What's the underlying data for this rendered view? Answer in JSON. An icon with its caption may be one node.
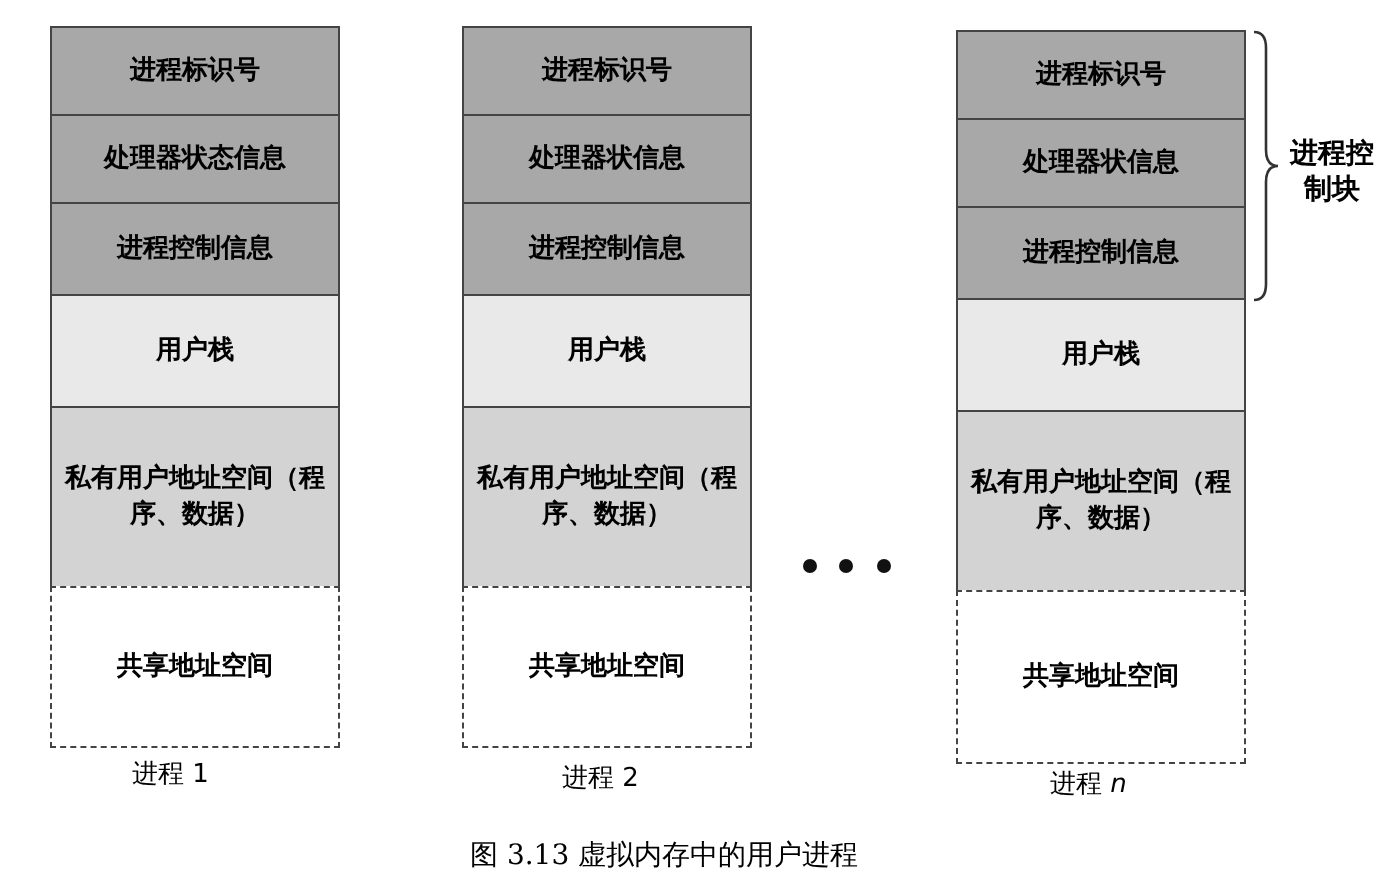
{
  "diagram": {
    "caption": "图 3.13 虚拟内存中的用户进程",
    "nodes": [
      {
        "text": [
          "进程标识号"
        ]
      },
      {
        "text": [
          "处理器状态信息"
        ]
      },
      {
        "text": [
          "进程控制信息"
        ]
      },
      {
        "text": [
          "用户栈"
        ]
      },
      {
        "text": [
          "私有用户地址空间（程序、数据）"
        ]
      },
      {
        "text": [
          "共享地址空间"
        ]
      },
      {
        "text": [
          "进程标识号"
        ]
      },
      {
        "text": [
          "处理器状信息"
        ]
      },
      {
        "text": [
          "进程控制信息"
        ]
      },
      {
        "text": [
          "用户栈"
        ]
      },
      {
        "text": [
          "私有用户地址空间（程序、数据）"
        ]
      },
      {
        "text": [
          "共享地址空间"
        ]
      },
      {
        "text": [
          "进程标识号"
        ]
      },
      {
        "text": [
          "处理器状信息"
        ]
      },
      {
        "text": [
          "进程控制信息"
        ]
      },
      {
        "text": [
          "用户栈"
        ]
      },
      {
        "text": [
          "私有用户地址空间（程序、数据）"
        ]
      },
      {
        "text": [
          "共享地址空间"
        ]
      }
    ],
    "labels": [
      "进程控制块",
      "进程 1",
      "进程 2",
      "进程 *n*"
    ]
  }
}
